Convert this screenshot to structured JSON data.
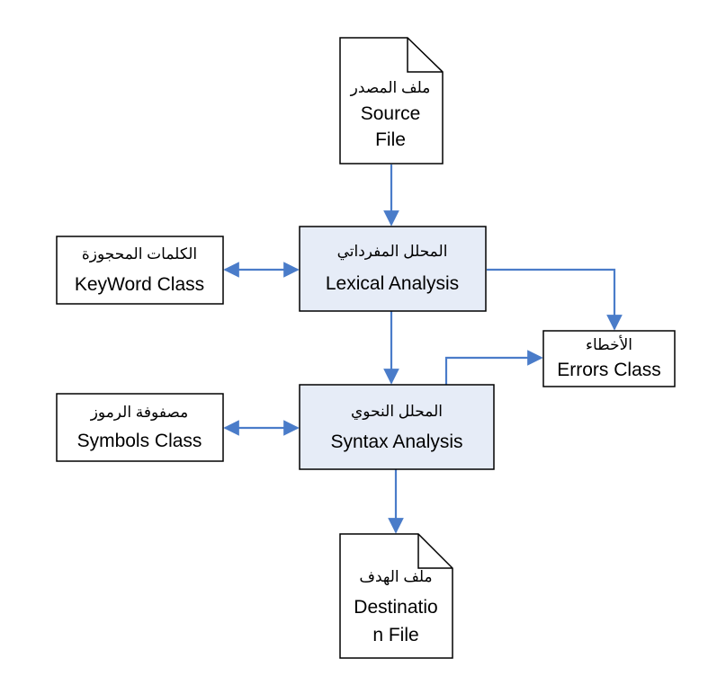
{
  "colors": {
    "connector": "#4a7cc9",
    "process_fill": "#e6ecf7",
    "box_fill": "#ffffff",
    "border": "#000000"
  },
  "nodes": {
    "source_file": {
      "arabic": "ملف المصدر",
      "lines": [
        "Source",
        "File"
      ],
      "shape": "document"
    },
    "lexical_analysis": {
      "arabic": "المحلل المفرداتي",
      "lines": [
        "Lexical Analysis"
      ],
      "shape": "process"
    },
    "keyword_class": {
      "arabic": "الكلمات المحجوزة",
      "lines": [
        "KeyWord Class"
      ],
      "shape": "box"
    },
    "errors_class": {
      "arabic": "الأخطاء",
      "lines": [
        "Errors Class"
      ],
      "shape": "box"
    },
    "syntax_analysis": {
      "arabic": "المحلل النحوي",
      "lines": [
        "Syntax Analysis"
      ],
      "shape": "process"
    },
    "symbols_class": {
      "arabic": "مصفوفة الرموز",
      "lines": [
        "Symbols Class"
      ],
      "shape": "box"
    },
    "destination_file": {
      "arabic": "ملف الهدف",
      "lines": [
        "Destinatio",
        "n File"
      ],
      "shape": "document"
    }
  },
  "edges": [
    {
      "from": "source_file",
      "to": "lexical_analysis",
      "direction": "forward"
    },
    {
      "from": "keyword_class",
      "to": "lexical_analysis",
      "direction": "both"
    },
    {
      "from": "lexical_analysis",
      "to": "errors_class",
      "direction": "forward"
    },
    {
      "from": "lexical_analysis",
      "to": "syntax_analysis",
      "direction": "forward"
    },
    {
      "from": "syntax_analysis",
      "to": "errors_class",
      "direction": "forward"
    },
    {
      "from": "symbols_class",
      "to": "syntax_analysis",
      "direction": "both"
    },
    {
      "from": "syntax_analysis",
      "to": "destination_file",
      "direction": "forward"
    }
  ]
}
